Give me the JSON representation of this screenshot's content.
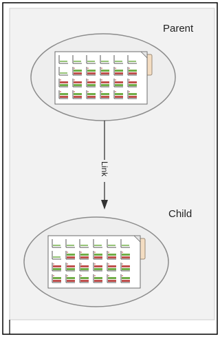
{
  "diagram": {
    "nodes": [
      {
        "id": "parent",
        "label": "Parent"
      },
      {
        "id": "child",
        "label": "Child"
      }
    ],
    "edge": {
      "from": "parent",
      "to": "child",
      "label": "Link"
    }
  },
  "colors": {
    "frame": "#000000",
    "panel_bg": "#f2f2f2",
    "ellipse_fill": "#eeeeee",
    "ellipse_stroke": "#8c8c8c",
    "sheet_border": "#6b6b6b",
    "folded_corner": "#f4ddc2",
    "chart_red": "#c0504d",
    "chart_green": "#70ad47",
    "chart_axis": "#555555",
    "arrow": "#333333"
  },
  "icons": {
    "document_icon": "worksheet-with-chart-thumbnails-icon"
  }
}
